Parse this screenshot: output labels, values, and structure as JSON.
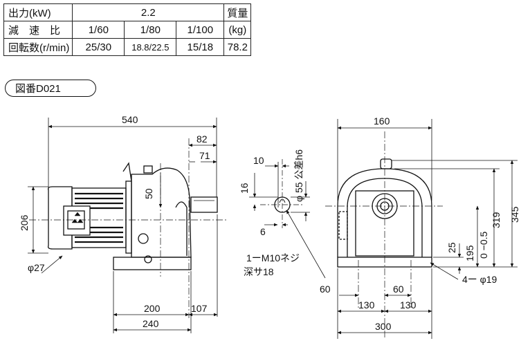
{
  "spec_table": {
    "row1": {
      "label": "出力(kW)",
      "value": "2.2",
      "mass_label": "質量"
    },
    "row2": {
      "label": "減　速　比",
      "ratios": [
        "1/60",
        "1/80",
        "1/100"
      ],
      "mass_unit": "(kg)"
    },
    "row3": {
      "label": "回転数(r/min)",
      "speeds": [
        "25/30",
        "18.8/22.5",
        "15/18"
      ],
      "mass": "78.2"
    }
  },
  "drawing_no": "図番D021",
  "dims": {
    "side": {
      "overall_length": "540",
      "d82": "82",
      "d71": "71",
      "height_206": "206",
      "d50": "50",
      "phi27": "φ27",
      "d200": "200",
      "d107": "107",
      "d240": "240"
    },
    "shaft": {
      "d10": "10",
      "d16": "16",
      "d6": "6",
      "shaft_dia": "φ 55 公差h6",
      "tap": "1ーM10ネジ",
      "depth": "深サ18"
    },
    "front": {
      "d160": "160",
      "d345": "345",
      "d319": "319",
      "tol": "0\n−0.5",
      "d195": "195",
      "d25": "25",
      "holes": "4ー φ19",
      "d60a": "60",
      "d60b": "60",
      "d130a": "130",
      "d130b": "130",
      "d300": "300"
    }
  }
}
